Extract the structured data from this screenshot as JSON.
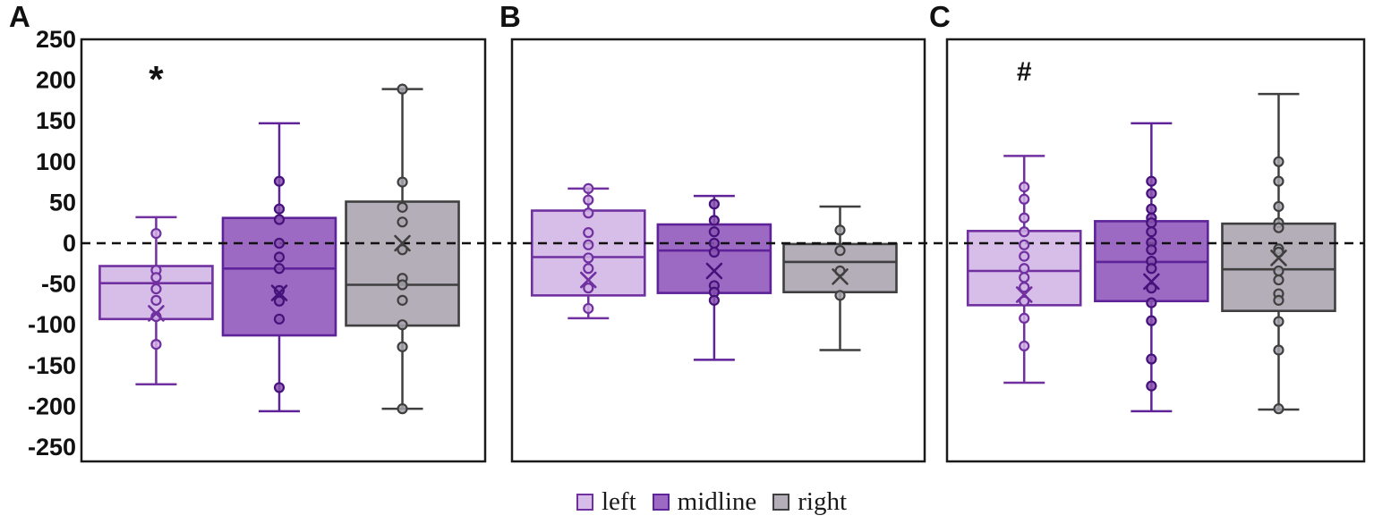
{
  "figure": {
    "background": "#ffffff"
  },
  "chart_data": {
    "type": "boxplot",
    "title": "",
    "y_axis": {
      "min": -250,
      "max": 250,
      "step": 50,
      "ticks": [
        "250",
        "200",
        "150",
        "100",
        "50",
        "0",
        "-50",
        "-100",
        "-150",
        "-200",
        "-250"
      ],
      "tick_values": [
        250,
        200,
        150,
        100,
        50,
        0,
        -50,
        -100,
        -150,
        -200,
        -250
      ]
    },
    "zero_reference_line": {
      "value": 0,
      "style": "dashed",
      "color": "#111111"
    },
    "legend": [
      {
        "label": "left",
        "fill": "#d7bee9",
        "stroke": "#7030a0",
        "point_fill": "#cfb0e3",
        "marker": "#7030a0"
      },
      {
        "label": "midline",
        "fill": "#9c6ac2",
        "stroke": "#5f2399",
        "point_fill": "#8a55b0",
        "marker": "#45117b"
      },
      {
        "label": "right",
        "fill": "#b3aeb8",
        "stroke": "#3f3f3f",
        "point_fill": "#a8a3ad",
        "marker": "#3f3f3f"
      }
    ],
    "panels": [
      {
        "label": "A",
        "annotation": "*",
        "boxes": [
          {
            "series": "left",
            "whisker_high": 32,
            "q3": -28,
            "median": -49,
            "q1": -93,
            "whisker_low": -173,
            "mean": -86,
            "points": [
              12,
              -33,
              -42,
              -56,
              -70,
              -90,
              -124
            ]
          },
          {
            "series": "midline",
            "whisker_high": 147,
            "q3": 31,
            "median": -31,
            "q1": -113,
            "whisker_low": -206,
            "mean": -61,
            "points": [
              76,
              42,
              29,
              0,
              -17,
              -31,
              -58,
              -71,
              -93,
              -177
            ]
          },
          {
            "series": "right",
            "whisker_high": 189,
            "q3": 51,
            "median": -51,
            "q1": -101,
            "whisker_low": -203,
            "mean": 0,
            "points": [
              189,
              75,
              44,
              26,
              -8,
              -43,
              -51,
              -70,
              -100,
              -127,
              -203
            ]
          }
        ]
      },
      {
        "label": "B",
        "annotation": "",
        "boxes": [
          {
            "series": "left",
            "whisker_high": 67,
            "q3": 40,
            "median": -17,
            "q1": -64,
            "whisker_low": -92,
            "mean": -45,
            "points": [
              67,
              53,
              37,
              13,
              -2,
              -18,
              -31,
              -55,
              -80
            ]
          },
          {
            "series": "midline",
            "whisker_high": 58,
            "q3": 23,
            "median": -9,
            "q1": -61,
            "whisker_low": -143,
            "mean": -34,
            "points": [
              48,
              28,
              14,
              0,
              -11,
              -52,
              -60,
              -70
            ]
          },
          {
            "series": "right",
            "whisker_high": 45,
            "q3": -1,
            "median": -23,
            "q1": -60,
            "whisker_low": -131,
            "mean": -41,
            "points": [
              16,
              -9,
              -34,
              -64
            ]
          }
        ]
      },
      {
        "label": "C",
        "annotation": "#",
        "boxes": [
          {
            "series": "left",
            "whisker_high": 107,
            "q3": 15,
            "median": -34,
            "q1": -76,
            "whisker_low": -171,
            "mean": -63,
            "points": [
              69,
              54,
              31,
              14,
              -2,
              -16,
              -31,
              -42,
              -54,
              -71,
              -92,
              -126
            ]
          },
          {
            "series": "midline",
            "whisker_high": 147,
            "q3": 27,
            "median": -23,
            "q1": -71,
            "whisker_low": -206,
            "mean": -47,
            "points": [
              76,
              61,
              42,
              31,
              25,
              14,
              1,
              -8,
              -22,
              -31,
              -55,
              -73,
              -95,
              -142,
              -175
            ]
          },
          {
            "series": "right",
            "whisker_high": 183,
            "q3": 24,
            "median": -32,
            "q1": -83,
            "whisker_low": -204,
            "mean": -18,
            "points": [
              100,
              76,
              45,
              25,
              19,
              -7,
              -11,
              -34,
              -45,
              -62,
              -70,
              -96,
              -131,
              -203
            ]
          }
        ]
      }
    ]
  }
}
